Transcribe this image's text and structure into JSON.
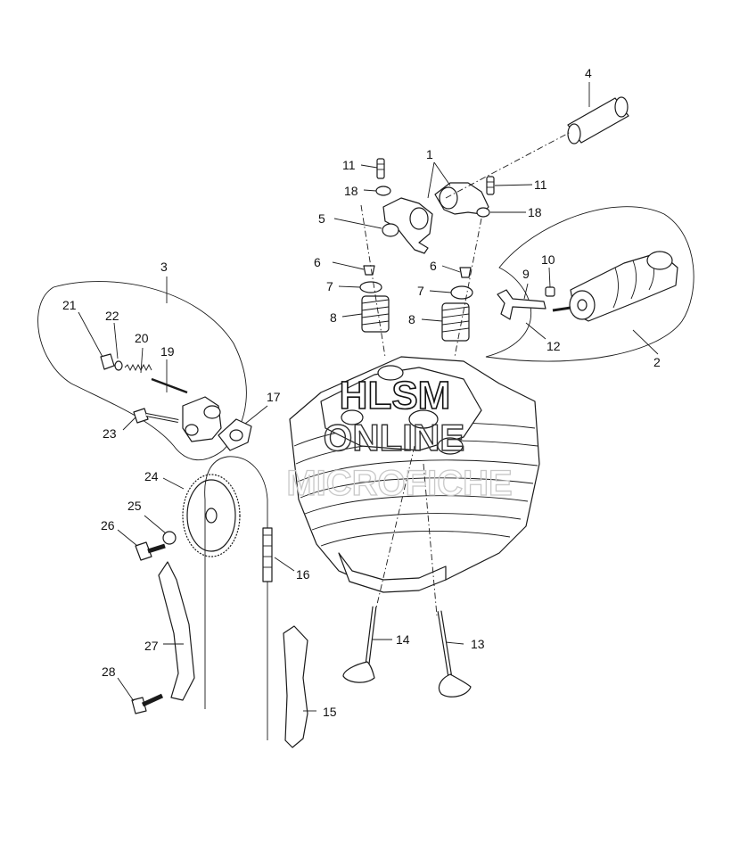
{
  "callouts": [
    "1",
    "2",
    "3",
    "4",
    "5",
    "6",
    "7",
    "8",
    "9",
    "10",
    "11",
    "12",
    "13",
    "14",
    "15",
    "16",
    "17",
    "18",
    "19",
    "20",
    "21",
    "22",
    "23",
    "24",
    "25",
    "26",
    "27",
    "28"
  ],
  "watermark": {
    "line1": "HLSM",
    "line2": "ONLINE",
    "line3": "MICROFICHE",
    "line1_color": "#111111",
    "line2_color": "#333333",
    "line3_color": "#c8c8c8"
  }
}
